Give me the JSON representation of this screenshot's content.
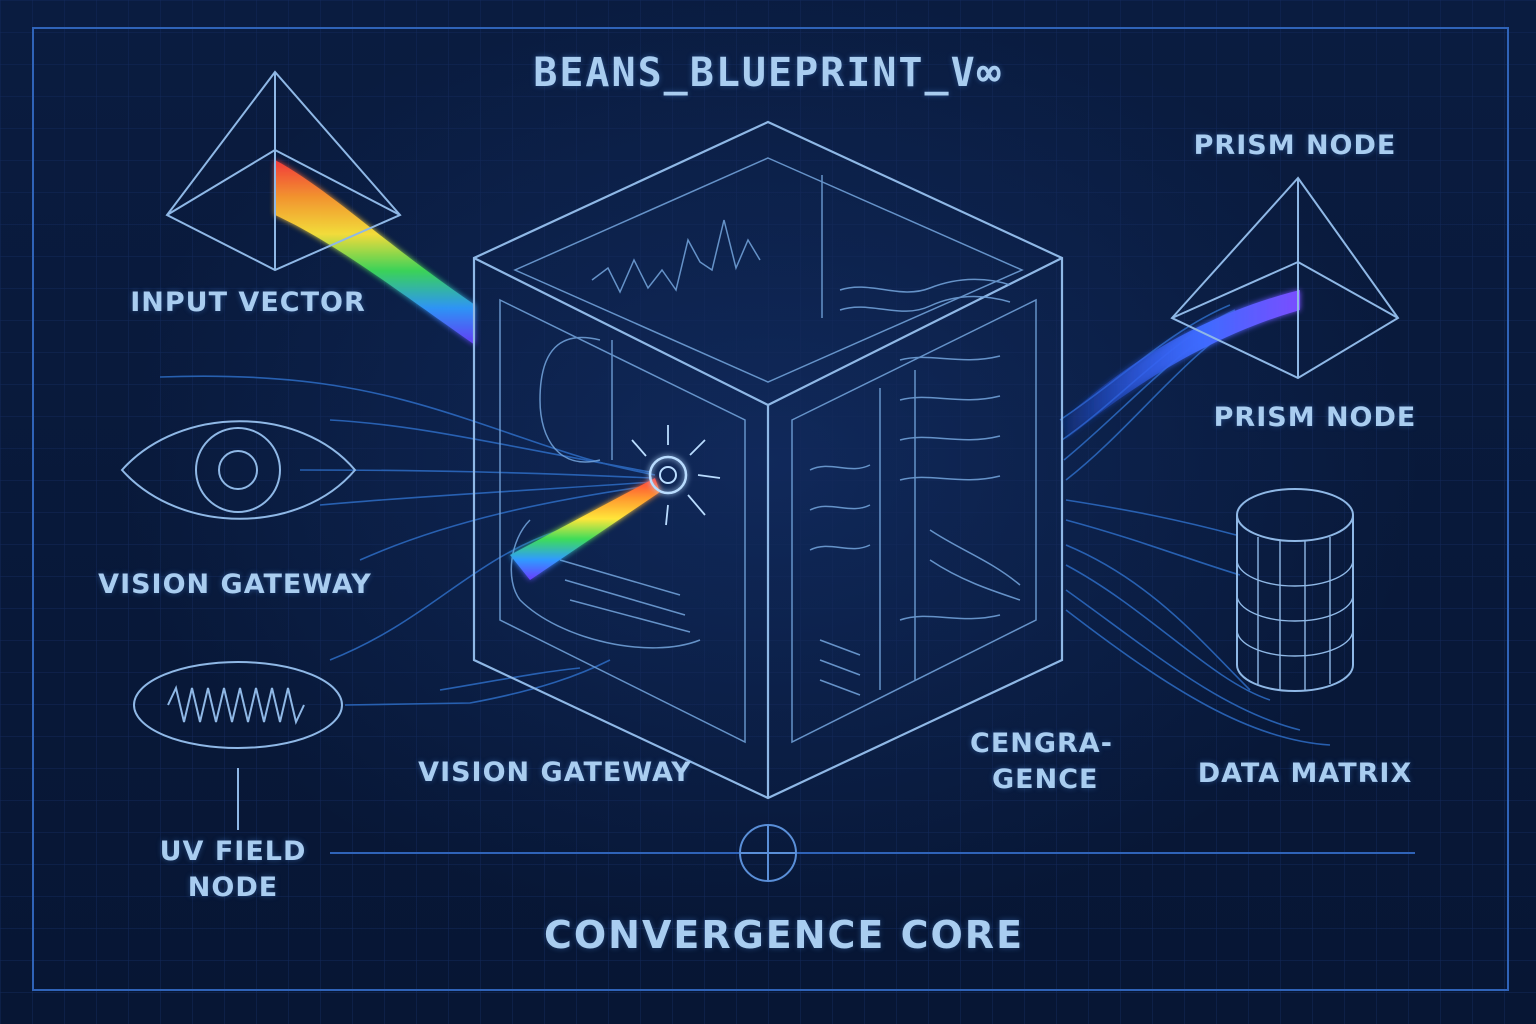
{
  "title": "BEANS_BLUEPRINT_V∞",
  "labels": {
    "input_vector": "INPUT VECTOR",
    "prism_node_top": "PRISM NODE",
    "prism_node_bottom": "PRISM NODE",
    "vision_gateway_left": "VISION GATEWAY",
    "vision_gateway_bottom": "VISION GATEWAY",
    "uv_field_node_line1": "UV FIELD",
    "uv_field_node_line2": "NODE",
    "cengragence_line1": "CENGRA-",
    "cengragence_line2": "GENCE",
    "data_matrix": "DATA MATRIX",
    "convergence_core": "CONVERGENCE CORE"
  },
  "colors": {
    "background": "#071634",
    "line": "#8fb8e6",
    "label": "#a9cdf0",
    "grid": "#13295a",
    "spectrum": [
      "#ff3b3b",
      "#ff9a2e",
      "#ffe63a",
      "#3ddc5a",
      "#2f9bff",
      "#6a3cff"
    ]
  }
}
